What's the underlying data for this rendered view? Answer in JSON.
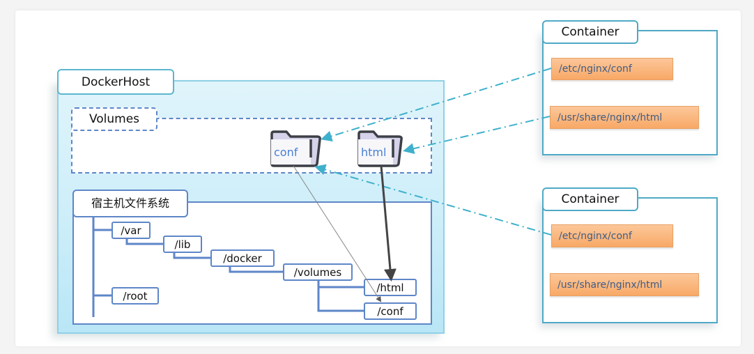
{
  "diagram": {
    "docker_host": {
      "label": "DockerHost",
      "volumes": {
        "label": "Volumes",
        "folders": [
          {
            "name": "conf"
          },
          {
            "name": "html"
          }
        ]
      },
      "host_filesystem": {
        "label": "宿主机文件系统",
        "nodes": {
          "var": "/var",
          "lib": "/lib",
          "docker": "/docker",
          "volumes": "/volumes",
          "html": "/html",
          "conf": "/conf",
          "root": "/root"
        }
      }
    },
    "containers": [
      {
        "label": "Container",
        "paths": [
          "/etc/nginx/conf",
          "/usr/share/nginx/html"
        ]
      },
      {
        "label": "Container",
        "paths": [
          "/etc/nginx/conf",
          "/usr/share/nginx/html"
        ]
      }
    ],
    "colors": {
      "dockerhost_fill": "#cdeef9",
      "dashed_border": "#5e86c8",
      "container_border": "#4ea9c6",
      "mount_line": "#3fb0cc",
      "path_fill": "#f8a966",
      "path_text": "#3f5c86",
      "folder_text": "#4a7fd2"
    }
  }
}
